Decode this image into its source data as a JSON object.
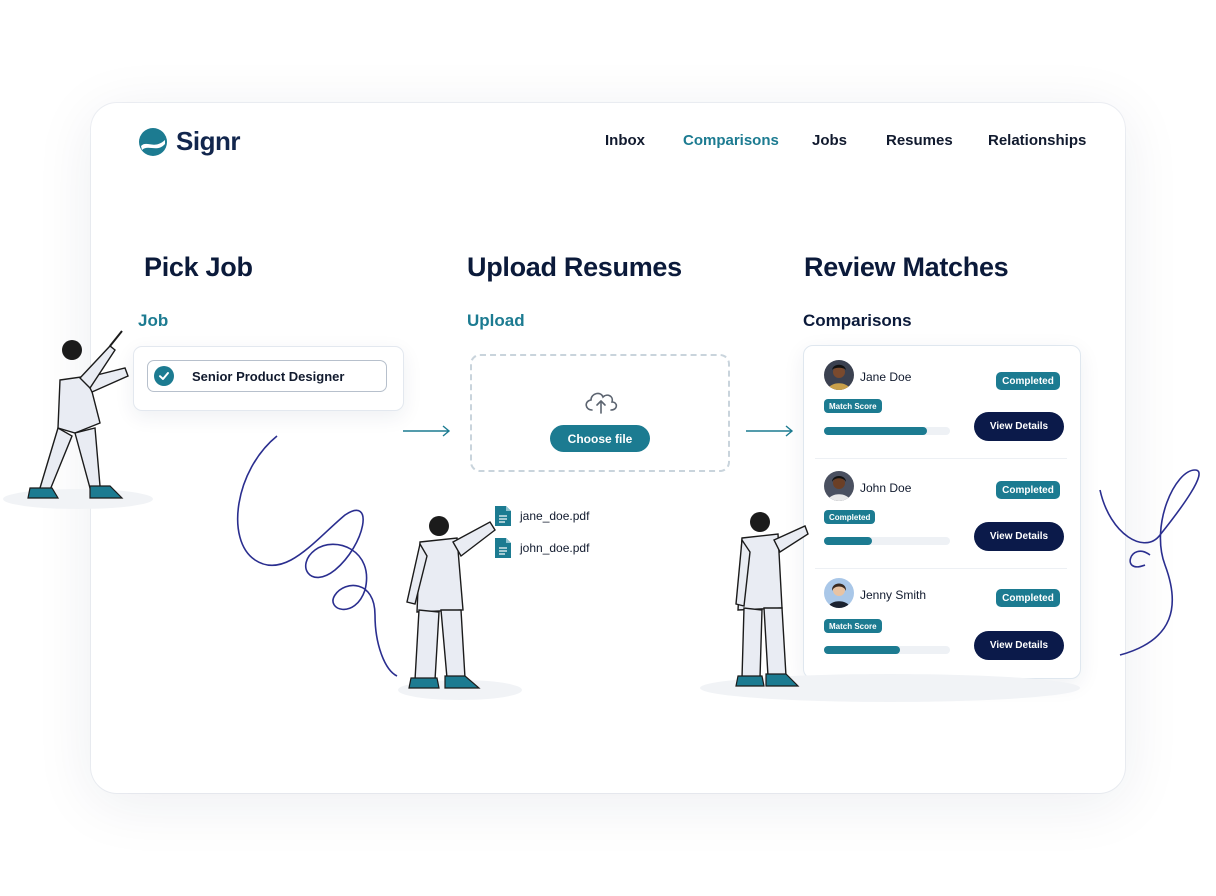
{
  "header": {
    "brand": "Signr",
    "nav": [
      {
        "label": "Inbox",
        "active": false
      },
      {
        "label": "Comparisons",
        "active": true
      },
      {
        "label": "Jobs",
        "active": false
      },
      {
        "label": "Resumes",
        "active": false
      },
      {
        "label": "Relationships",
        "active": false
      }
    ]
  },
  "steps": {
    "pick": {
      "title": "Pick Job",
      "subtitle": "Job",
      "selected_job": "Senior Product Designer"
    },
    "upload": {
      "title": "Upload Resumes",
      "subtitle": "Upload",
      "button": "Choose file",
      "files": [
        "jane_doe.pdf",
        "john_doe.pdf"
      ]
    },
    "review": {
      "title": "Review Matches",
      "subtitle": "Comparisons",
      "comparisons": [
        {
          "name": "Jane Doe",
          "status": "Completed",
          "tag": "Match Score",
          "score": 0.82,
          "action": "View Details"
        },
        {
          "name": "John Doe",
          "status": "Completed",
          "tag": "Completed",
          "score": 0.38,
          "action": "View Details"
        },
        {
          "name": "Jenny Smith",
          "status": "Completed",
          "tag": "Match Score",
          "score": 0.6,
          "action": "View Details"
        }
      ]
    }
  },
  "colors": {
    "accent": "#1c7b91",
    "navy": "#0b1a4a",
    "scribble": "#2a2e8f"
  }
}
